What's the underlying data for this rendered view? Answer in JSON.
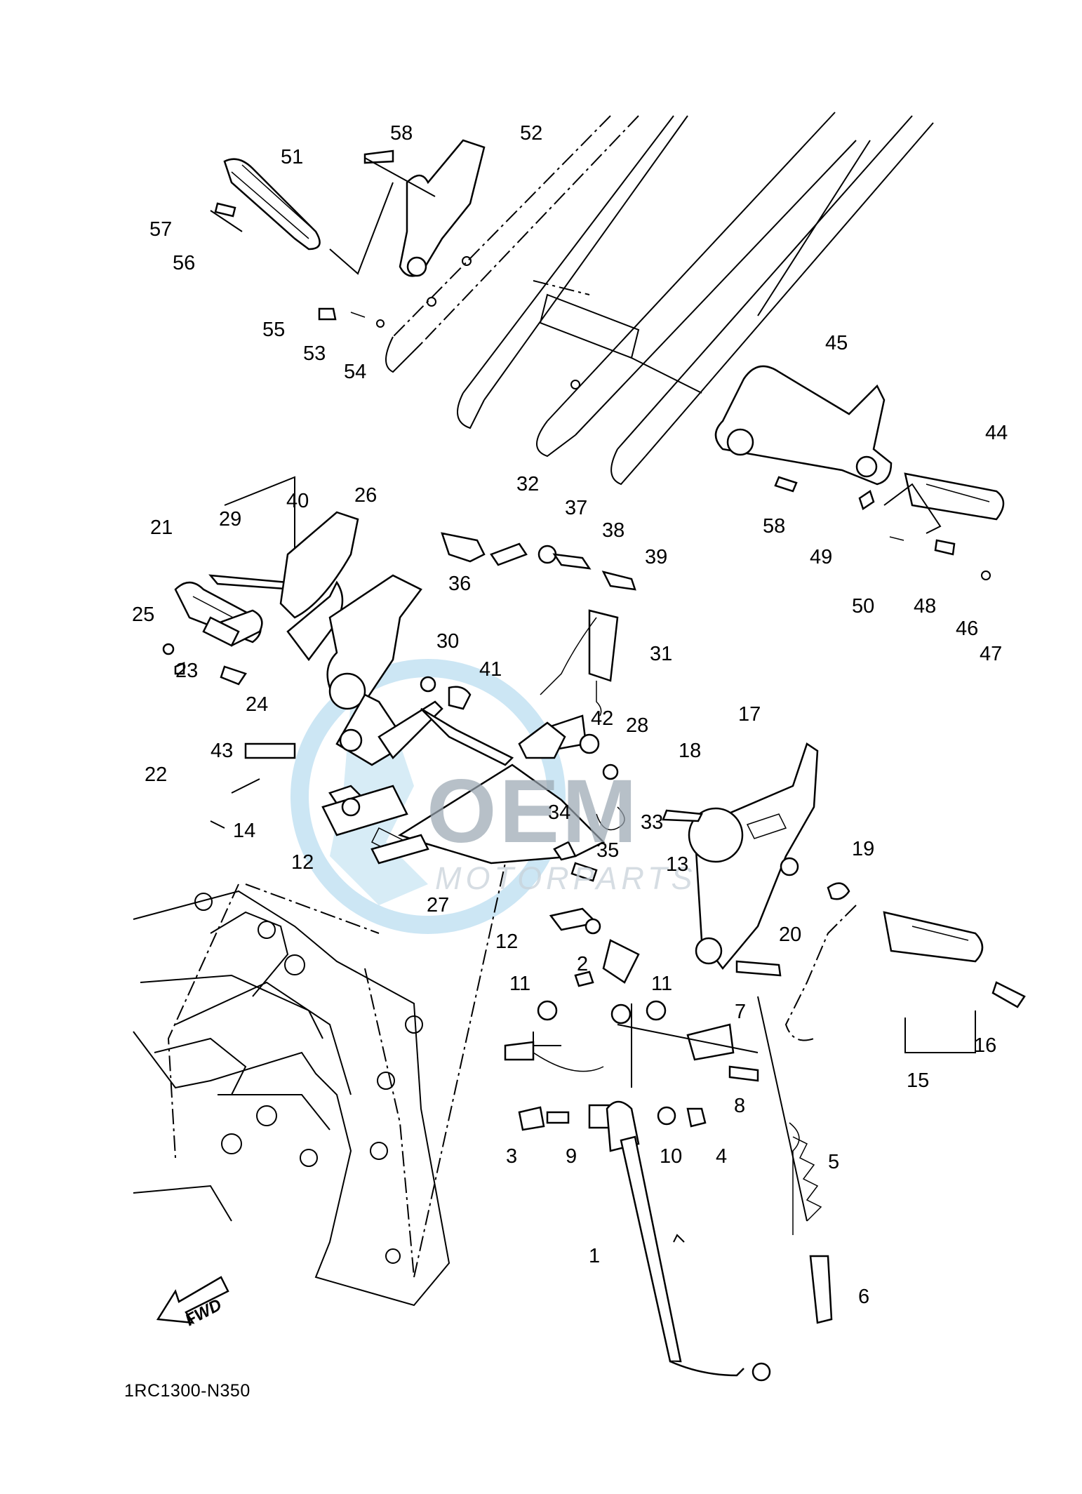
{
  "diagram_code": "1RC1300-N350",
  "watermark": {
    "logo": "OEM",
    "text": "MOTORPARTS",
    "color": "#9aa6b1"
  },
  "fwd_label": "FWD",
  "part_labels": [
    {
      "id": "58a",
      "text": "58"
    },
    {
      "id": "52",
      "text": "52"
    },
    {
      "id": "51",
      "text": "51"
    },
    {
      "id": "57",
      "text": "57"
    },
    {
      "id": "56",
      "text": "56"
    },
    {
      "id": "55",
      "text": "55"
    },
    {
      "id": "53",
      "text": "53"
    },
    {
      "id": "54",
      "text": "54"
    },
    {
      "id": "45",
      "text": "45"
    },
    {
      "id": "44",
      "text": "44"
    },
    {
      "id": "58b",
      "text": "58"
    },
    {
      "id": "49",
      "text": "49"
    },
    {
      "id": "50",
      "text": "50"
    },
    {
      "id": "48",
      "text": "48"
    },
    {
      "id": "46",
      "text": "46"
    },
    {
      "id": "47",
      "text": "47"
    },
    {
      "id": "26",
      "text": "26"
    },
    {
      "id": "40",
      "text": "40"
    },
    {
      "id": "29",
      "text": "29"
    },
    {
      "id": "21",
      "text": "21"
    },
    {
      "id": "25",
      "text": "25"
    },
    {
      "id": "23",
      "text": "23"
    },
    {
      "id": "24",
      "text": "24"
    },
    {
      "id": "22",
      "text": "22"
    },
    {
      "id": "32",
      "text": "32"
    },
    {
      "id": "37",
      "text": "37"
    },
    {
      "id": "38",
      "text": "38"
    },
    {
      "id": "39",
      "text": "39"
    },
    {
      "id": "36",
      "text": "36"
    },
    {
      "id": "31",
      "text": "31"
    },
    {
      "id": "30",
      "text": "30"
    },
    {
      "id": "41",
      "text": "41"
    },
    {
      "id": "42",
      "text": "42"
    },
    {
      "id": "28",
      "text": "28"
    },
    {
      "id": "18",
      "text": "18"
    },
    {
      "id": "17",
      "text": "17"
    },
    {
      "id": "43",
      "text": "43"
    },
    {
      "id": "14",
      "text": "14"
    },
    {
      "id": "12a",
      "text": "12"
    },
    {
      "id": "34",
      "text": "34"
    },
    {
      "id": "33",
      "text": "33"
    },
    {
      "id": "35",
      "text": "35"
    },
    {
      "id": "13",
      "text": "13"
    },
    {
      "id": "27",
      "text": "27"
    },
    {
      "id": "19",
      "text": "19"
    },
    {
      "id": "12b",
      "text": "12"
    },
    {
      "id": "20",
      "text": "20"
    },
    {
      "id": "2",
      "text": "2"
    },
    {
      "id": "11a",
      "text": "11"
    },
    {
      "id": "11b",
      "text": "11"
    },
    {
      "id": "7",
      "text": "7"
    },
    {
      "id": "16",
      "text": "16"
    },
    {
      "id": "15",
      "text": "15"
    },
    {
      "id": "8",
      "text": "8"
    },
    {
      "id": "3",
      "text": "3"
    },
    {
      "id": "9",
      "text": "9"
    },
    {
      "id": "10",
      "text": "10"
    },
    {
      "id": "4",
      "text": "4"
    },
    {
      "id": "5",
      "text": "5"
    },
    {
      "id": "1",
      "text": "1"
    },
    {
      "id": "6",
      "text": "6"
    }
  ]
}
